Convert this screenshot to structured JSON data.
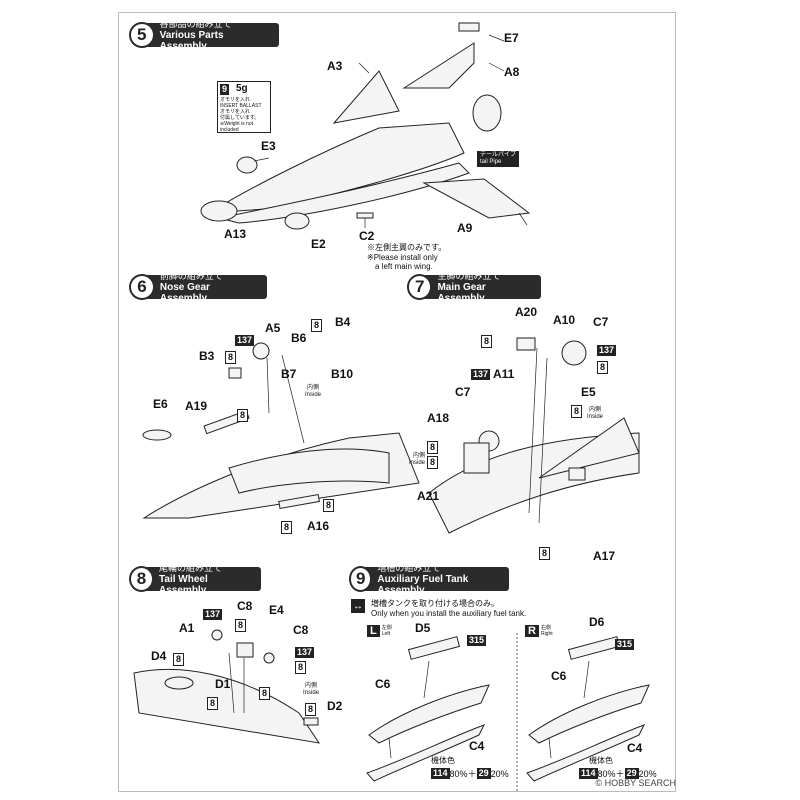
{
  "steps": {
    "s5": {
      "num": "5",
      "jp": "各部品の組み立て",
      "en": "Various Parts Assembly"
    },
    "s6": {
      "num": "6",
      "jp": "前脚の組み立て",
      "en": "Nose Gear Assembly"
    },
    "s7": {
      "num": "7",
      "jp": "主脚の組み立て",
      "en": "Main Gear Assembly"
    },
    "s8": {
      "num": "8",
      "jp": "尾輪の組み立て",
      "en": "Tail Wheel Assembly"
    },
    "s9": {
      "num": "9",
      "jp": "増槽の組み立て",
      "en": "Auxiliary Fuel Tank Assembly"
    }
  },
  "s5": {
    "parts": [
      "E7",
      "A3",
      "A8",
      "E3",
      "A13",
      "E2",
      "C2",
      "A9"
    ],
    "ballast": {
      "badge": "9",
      "weight": "5g",
      "note_jp": "オモリを入れ",
      "note_en1": "INSERT BALLAST",
      "note_jp2": "オモリを入れ",
      "note_jp3": "付属しています。",
      "note_en2": "※Weight is not included"
    },
    "tailpipe": {
      "jp": "テールパイプ",
      "en": "tail Pipe"
    },
    "c2_note": {
      "jp": "※左側主翼のみです。",
      "en1": "※Please install only",
      "en2": "a left main wing."
    }
  },
  "s6": {
    "parts": [
      "A5",
      "B4",
      "B6",
      "B3",
      "B7",
      "B10",
      "E6",
      "A19",
      "A16"
    ],
    "inside": {
      "jp": "内側",
      "en": "Inside"
    },
    "paint": {
      "p137": "137",
      "p8": "8"
    }
  },
  "s7": {
    "parts": [
      "A20",
      "A10",
      "C7",
      "C7",
      "A11",
      "E5",
      "A18",
      "A21",
      "A17"
    ],
    "inside": {
      "jp": "内側",
      "en": "Inside"
    },
    "paint": {
      "p137": "137",
      "p8": "8"
    }
  },
  "s8": {
    "parts": [
      "C8",
      "E4",
      "A1",
      "C8",
      "D4",
      "D1",
      "D2"
    ],
    "inside": {
      "jp": "内側",
      "en": "Inside"
    },
    "paint": {
      "p137": "137",
      "p8": "8"
    }
  },
  "s9": {
    "note_jp": "増槽タンクを取り付ける場合のみ。",
    "note_en": "Only when you install the auxiliary fuel tank.",
    "left": {
      "side": "L",
      "jp": "左側",
      "en": "Left",
      "parts": [
        "D5",
        "C6",
        "C4"
      ],
      "paint": "315"
    },
    "right": {
      "side": "R",
      "jp": "右側",
      "en": "Right",
      "parts": [
        "D6",
        "C6",
        "C4"
      ],
      "paint": "315"
    },
    "body_color": {
      "jp": "機体色",
      "c1": "114",
      "p1": "80%",
      "plus": "＋",
      "c2": "29",
      "p2": "20%"
    }
  },
  "watermark": "© HOBBY SEARCH",
  "colors": {
    "header_bg": "#2b2b2b",
    "line": "#222222",
    "fill": "#f4f4f4"
  }
}
